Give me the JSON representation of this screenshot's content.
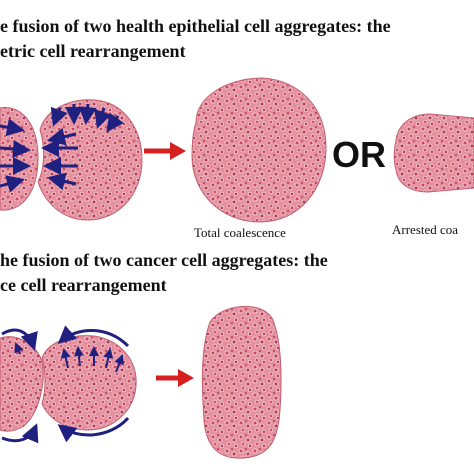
{
  "panel_a": {
    "title_line1": "e fusion of two health epithelial cell aggregates: the",
    "title_line2": "etric cell rearrangement",
    "label_total": "Total coalescence",
    "label_arrested": "Arrested coa",
    "or_text": "OR"
  },
  "panel_b": {
    "title_line1": "he fusion of two cancer cell aggregates: the",
    "title_line2": "ce cell rearrangement"
  },
  "colors": {
    "tissue_fill": "#e4919f",
    "cell_nucleus": "#c5455f",
    "cell_membrane": "#f2c3cb",
    "arrow_dark": "#202080",
    "arrow_red": "#d62020"
  },
  "icons": {
    "blob": "cell-aggregate-icon",
    "arrow": "red-arrow-icon"
  }
}
